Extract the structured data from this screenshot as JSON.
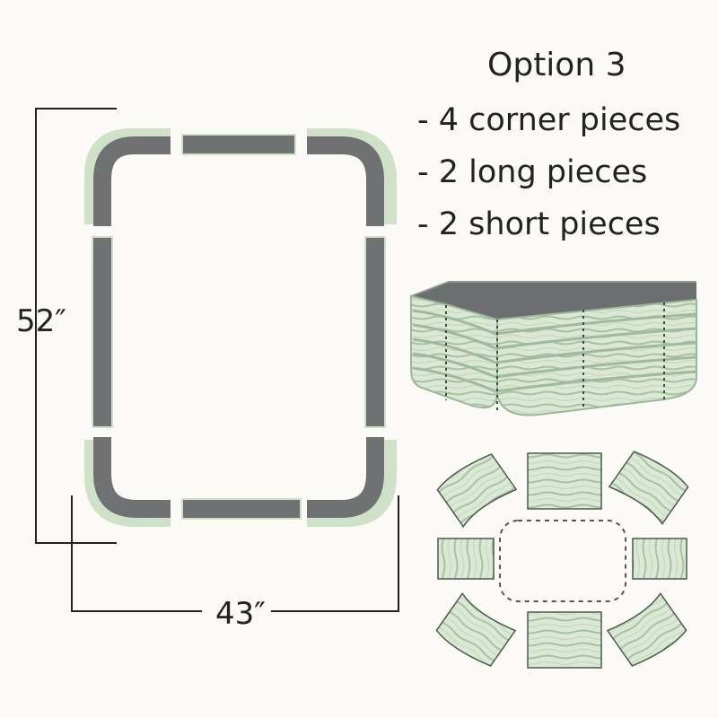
{
  "option_title": "Option 3",
  "pieces": [
    "- 4 corner pieces",
    "- 2 long pieces",
    "- 2 short pieces"
  ],
  "dimensions": {
    "height": "52″",
    "width": "43″"
  },
  "colors": {
    "panel_fill": "#d9e8d3",
    "panel_edge": "#9bb79a",
    "border_gray": "#6f7173",
    "soil_gray": "#6c6e70",
    "line_dark": "#222222"
  }
}
